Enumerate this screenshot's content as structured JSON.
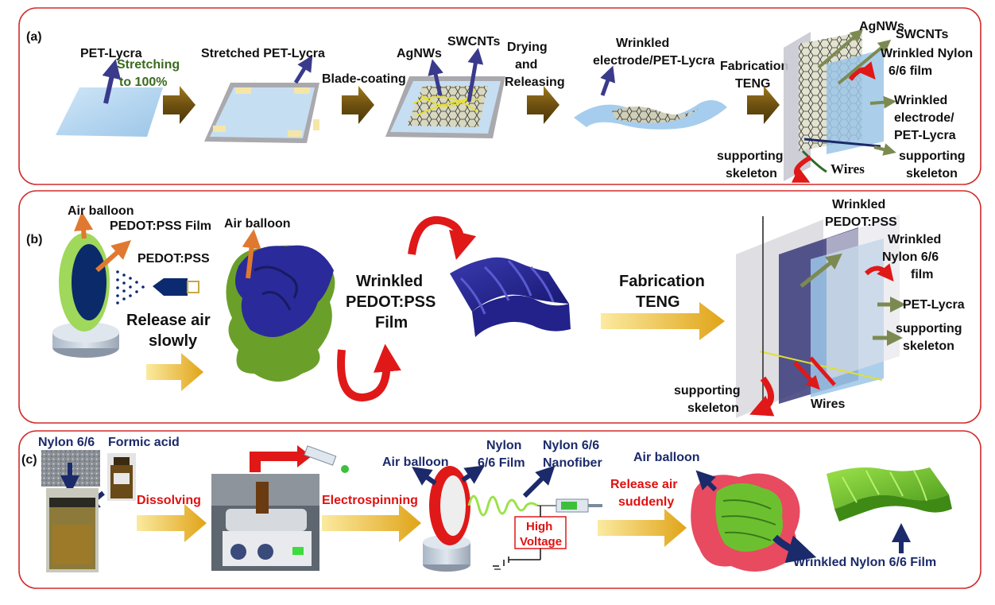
{
  "panel_a": {
    "tag": "(a)",
    "pet_lycra": "PET-Lycra",
    "stretch_1": "Stretching",
    "stretch_2": "to 100%",
    "stretched": "Stretched PET-Lycra",
    "blade": "Blade-coating",
    "agnws": "AgNWs",
    "swcnts": "SWCNTs",
    "drying_1": "Drying",
    "drying_2": "and",
    "drying_3": "Releasing",
    "wrinkled_1": "Wrinkled",
    "wrinkled_2": "electrode/PET-Lycra",
    "fab_1": "Fabrication",
    "fab_2": "TENG",
    "r_agnws": "AgNWs",
    "r_swcnts": "SWCNTs",
    "r_nylon_1": "Wrinkled Nylon",
    "r_nylon_2": "6/6 film",
    "r_elec_1": "Wrinkled",
    "r_elec_2": "electrode/",
    "r_elec_3": "PET-Lycra",
    "r_skel_1": "supporting",
    "r_skel_2": "skeleton",
    "l_skel_1": "supporting",
    "l_skel_2": "skeleton",
    "wires": "Wires"
  },
  "panel_b": {
    "tag": "(b)",
    "air_balloon": "Air balloon",
    "pedot_film": "PEDOT:PSS Film",
    "pedot": "PEDOT:PSS",
    "release_1": "Release air",
    "release_2": "slowly",
    "air_balloon_2": "Air balloon",
    "wrinkled_1": "Wrinkled",
    "wrinkled_2": "PEDOT:PSS",
    "wrinkled_3": "Film",
    "fab_1": "Fabrication",
    "fab_2": "TENG",
    "r_pedot_1": "Wrinkled",
    "r_pedot_2": "PEDOT:PSS",
    "r_nylon_1": "Wrinkled",
    "r_nylon_2": "Nylon 6/6",
    "r_nylon_3": "film",
    "r_pet": "PET-Lycra",
    "r_skel_1": "supporting",
    "r_skel_2": "skeleton",
    "l_skel_1": "supporting",
    "l_skel_2": "skeleton",
    "wires": "Wires"
  },
  "panel_c": {
    "tag": "(c)",
    "nylon": "Nylon 6/6",
    "formic": "Formic acid",
    "dissolving": "Dissolving",
    "electrospinning": "Electrospinning",
    "air_balloon": "Air balloon",
    "nylon_film_1": "Nylon",
    "nylon_film_2": "6/6 Film",
    "nanofiber_1": "Nylon 6/6",
    "nanofiber_2": "Nanofiber",
    "hv_1": "High",
    "hv_2": "Voltage",
    "release_1": "Release air",
    "release_2": "suddenly",
    "air_balloon_2": "Air balloon",
    "final": "Wrinkled Nylon 6/6 Film"
  },
  "colors": {
    "frame": "#d42a2a",
    "arrow_brown": "#7a5a10",
    "arrow_gold": "#e8b430",
    "navy_arrow": "#3a3a8c",
    "orange_arrow": "#e07830",
    "red_arrow": "#e01818"
  }
}
